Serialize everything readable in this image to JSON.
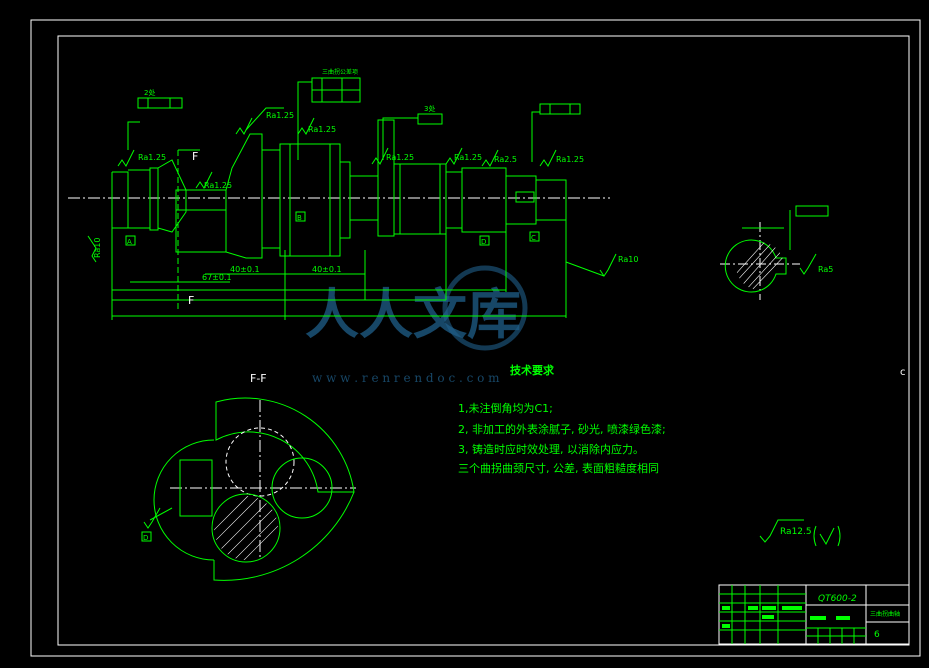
{
  "colors": {
    "background": "#000000",
    "frame": "#ffffff",
    "geometry": "#00ff00",
    "centerline": "#ffffff",
    "watermark": "#1f5f8a"
  },
  "roughness": {
    "r1": "Ra1.25",
    "r2": "Ra1.25",
    "r3": "Ra1.25",
    "r4": "Ra1.25",
    "r5": "Ra1.25",
    "r6": "Ra1.25",
    "r7": "Ra2.5",
    "r8": "Ra1.25",
    "r9": "Ra10",
    "r10": "Ra10",
    "r11": "Ra5",
    "r12": "Ra12.5"
  },
  "section": {
    "label_top": "F",
    "label_bottom": "F",
    "view_title": "F-F"
  },
  "datums": {
    "a": "A",
    "b": "B",
    "c": "C",
    "d": "D"
  },
  "counts": {
    "two": "2处",
    "three": "3处"
  },
  "dims": {
    "d1": "40±0.1",
    "d2": "40±0.1",
    "d3": "67±0.1"
  },
  "tolerance_title": "三曲拐公差项",
  "notes": {
    "title": "技术要求",
    "lines": [
      "1,未注倒角均为C1;",
      "2, 非加工的外表涂腻子, 砂光, 喷漆绿色漆;",
      "3, 铸造时应时效处理, 以消除内应力。",
      "三个曲拐曲颈尺寸, 公差, 表面粗糙度相同"
    ]
  },
  "watermark": {
    "brand": "人人文库",
    "url": "w w w . r e n r e n d o c . c o m"
  },
  "title_block": {
    "material": "QT600-2",
    "part_name": "三曲拐曲轴",
    "sheet": "6"
  },
  "edge_mark": "c"
}
